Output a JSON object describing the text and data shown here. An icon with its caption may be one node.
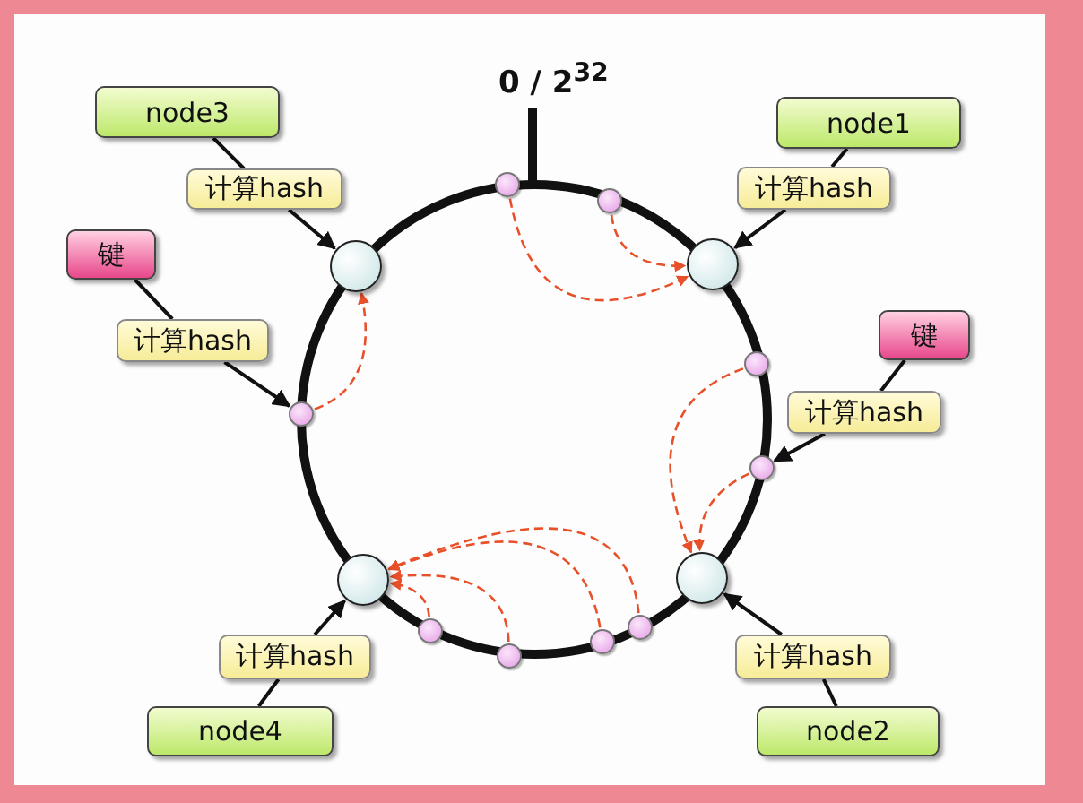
{
  "diagram": {
    "nodes": [
      {
        "text": [
          "node3"
        ]
      },
      {
        "text": [
          "计算hash"
        ]
      },
      {
        "text": [
          "node1"
        ]
      },
      {
        "text": [
          "计算hash"
        ]
      },
      {
        "text": [
          "键"
        ]
      },
      {
        "text": [
          "计算hash"
        ]
      },
      {
        "text": [
          "键"
        ]
      },
      {
        "text": [
          "计算hash"
        ]
      },
      {
        "text": [
          "node4"
        ]
      },
      {
        "text": [
          "计算hash"
        ]
      },
      {
        "text": [
          "node2"
        ]
      },
      {
        "text": [
          "计算hash"
        ]
      },
      {
        "text": [],
        "shape": "circle"
      },
      {
        "text": [],
        "shape": "circle"
      },
      {
        "text": [],
        "shape": "circle"
      },
      {
        "text": [],
        "shape": "circle"
      },
      {
        "text": [],
        "shape": "circle"
      },
      {
        "text": [],
        "shape": "circle"
      },
      {
        "text": [],
        "shape": "circle"
      },
      {
        "text": [],
        "shape": "circle"
      },
      {
        "text": [],
        "shape": "circle"
      },
      {
        "text": [],
        "shape": "circle"
      },
      {
        "text": [],
        "shape": "circle"
      },
      {
        "text": [],
        "shape": "circle"
      },
      {
        "text": [],
        "shape": "circle"
      }
    ],
    "edges": [
      {
        "from": 0,
        "to": 1,
        "arrow": "none"
      },
      {
        "from": 1,
        "to": 12,
        "arrow": "to"
      },
      {
        "from": 2,
        "to": 3,
        "arrow": "none"
      },
      {
        "from": 3,
        "to": 13,
        "arrow": "to"
      },
      {
        "from": 4,
        "to": 5,
        "arrow": "none"
      },
      {
        "from": 5,
        "to": 18,
        "arrow": "to"
      },
      {
        "from": 6,
        "to": 7,
        "arrow": "none"
      },
      {
        "from": 7,
        "to": 20,
        "arrow": "to"
      },
      {
        "from": 8,
        "to": 9,
        "arrow": "none"
      },
      {
        "from": 9,
        "to": 14,
        "arrow": "to"
      },
      {
        "from": 10,
        "to": 11,
        "arrow": "none"
      },
      {
        "from": 11,
        "to": 15,
        "arrow": "to"
      },
      {
        "from": 16,
        "to": 13,
        "arrow": "to",
        "style": "dashed",
        "color": "#e8502a"
      },
      {
        "from": 17,
        "to": 13,
        "arrow": "to",
        "style": "dashed",
        "color": "#e8502a"
      },
      {
        "from": 18,
        "to": 12,
        "arrow": "to",
        "style": "dashed",
        "color": "#e8502a"
      },
      {
        "from": 19,
        "to": 15,
        "arrow": "to",
        "style": "dashed",
        "color": "#e8502a"
      },
      {
        "from": 20,
        "to": 15,
        "arrow": "to",
        "style": "dashed",
        "color": "#e8502a"
      },
      {
        "from": 21,
        "to": 14,
        "arrow": "to",
        "style": "dashed",
        "color": "#e8502a"
      },
      {
        "from": 22,
        "to": 14,
        "arrow": "to",
        "style": "dashed",
        "color": "#e8502a"
      },
      {
        "from": 23,
        "to": 14,
        "arrow": "to",
        "style": "dashed",
        "color": "#e8502a"
      },
      {
        "from": 24,
        "to": 14,
        "arrow": "to",
        "style": "dashed",
        "color": "#e8502a"
      }
    ],
    "labels": [
      "0 / 2$^{32}$"
    ]
  }
}
